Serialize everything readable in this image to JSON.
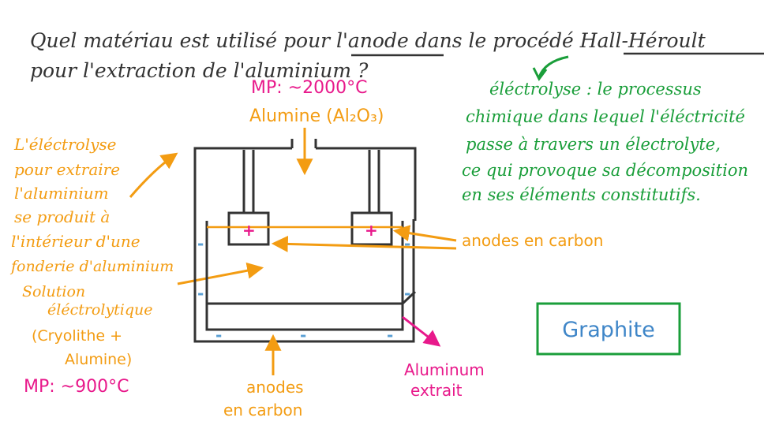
{
  "colors": {
    "ink": "#333333",
    "orange": "#f39c12",
    "magenta": "#e8198b",
    "green": "#1a9e3a",
    "blue": "#3f86c8",
    "cathode_minus": "#5a9fd4"
  },
  "question": {
    "line1": "Quel matériau est utilisé pour l'anode dans le procédé Hall-Héroult",
    "line2": "pour l'extraction de l'aluminium ?"
  },
  "top_labels": {
    "mp_alumina": "MP: ~2000°C",
    "alumina": "Alumine (Al₂O₃)"
  },
  "definition": {
    "lines": [
      "éléctrolyse : le processus",
      "chimique dans lequel l'éléctricité",
      "passe à travers un électrolyte,",
      "ce qui provoque sa décomposition",
      "en ses éléments constitutifs."
    ]
  },
  "left_note": {
    "lines": [
      "L'éléctrolyse",
      "pour extraire",
      "l'aluminium",
      "se produit à",
      "l'intérieur d'une",
      "fonderie d'aluminium"
    ]
  },
  "solution": {
    "lines": [
      "Solution",
      "éléctrolytique"
    ]
  },
  "composition": {
    "lines": [
      "(Cryolithe +",
      "Alumine)"
    ]
  },
  "mp_solution": "MP: ~900°C",
  "anodes_right": "anodes en carbon",
  "anodes_bottom": {
    "lines": [
      "anodes",
      "en carbon"
    ]
  },
  "aluminum_out": {
    "lines": [
      "Aluminum",
      "extrait"
    ]
  },
  "answer": "Graphite",
  "symbols": {
    "plus": "+",
    "minus": "-"
  }
}
